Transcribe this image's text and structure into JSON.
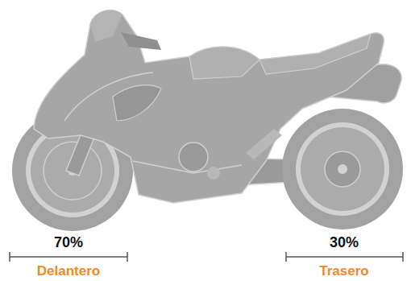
{
  "diagram": {
    "labels": [
      "70%",
      "Delantero",
      "30%",
      "Trasero"
    ]
  }
}
